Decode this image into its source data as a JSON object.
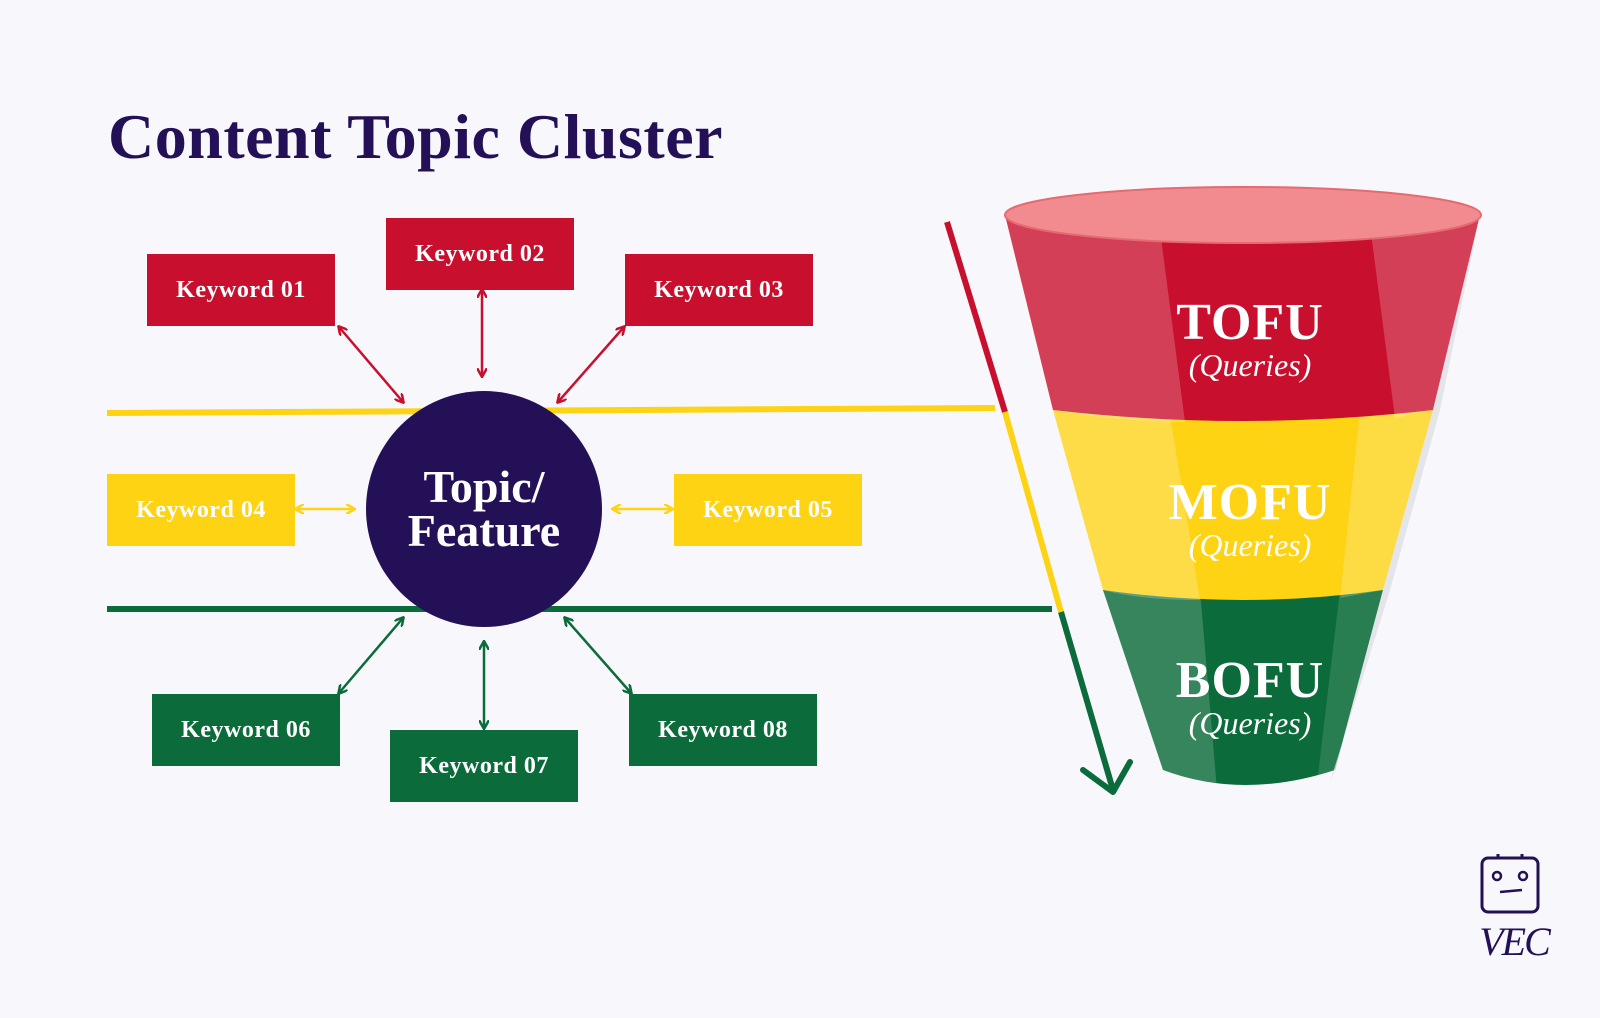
{
  "title": "Content Topic Cluster",
  "hub_label": "Topic/\nFeature",
  "keywords": [
    {
      "label": "Keyword  01",
      "color": "#c8102e"
    },
    {
      "label": "Keyword  02",
      "color": "#c8102e"
    },
    {
      "label": "Keyword  03",
      "color": "#c8102e"
    },
    {
      "label": "Keyword  04",
      "color": "#fdd314"
    },
    {
      "label": "Keyword  05",
      "color": "#fdd314"
    },
    {
      "label": "Keyword  06",
      "color": "#0b6b3a"
    },
    {
      "label": "Keyword  07",
      "color": "#0b6b3a"
    },
    {
      "label": "Keyword  08",
      "color": "#0b6b3a"
    }
  ],
  "funnel": [
    {
      "name": "TOFU",
      "sub": "(Queries)",
      "color": "#c8102e"
    },
    {
      "name": "MOFU",
      "sub": "(Queries)",
      "color": "#fdd314"
    },
    {
      "name": "BOFU",
      "sub": "(Queries)",
      "color": "#0b6b3a"
    }
  ],
  "colors": {
    "navy": "#241056",
    "red": "#c8102e",
    "yellow": "#fdd314",
    "green": "#0b6b3a"
  },
  "logo": {
    "text": "VEC"
  }
}
